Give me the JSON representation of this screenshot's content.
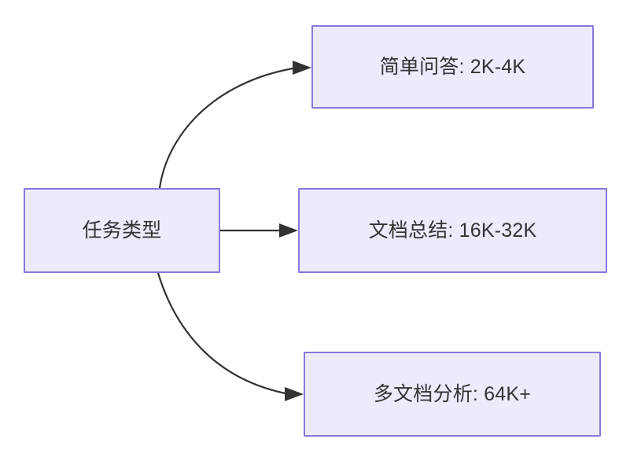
{
  "diagram": {
    "type": "flowchart",
    "direction": "left-to-right",
    "theme": {
      "node_fill": "#ECEAFB",
      "node_border": "#8B77DC",
      "text_color": "#333333",
      "edge_color": "#333333",
      "background": "#FFFFFF"
    },
    "nodes": {
      "root": {
        "label": "任务类型"
      },
      "simple_qa": {
        "label": "简单问答: 2K-4K"
      },
      "doc_summary": {
        "label": "文档总结: 16K-32K"
      },
      "multi_doc": {
        "label": "多文档分析: 64K+"
      }
    },
    "edges": [
      {
        "from": "root",
        "to": "simple_qa",
        "style": "curved",
        "label": ""
      },
      {
        "from": "root",
        "to": "doc_summary",
        "style": "straight",
        "label": ""
      },
      {
        "from": "root",
        "to": "multi_doc",
        "style": "curved",
        "label": ""
      }
    ]
  }
}
